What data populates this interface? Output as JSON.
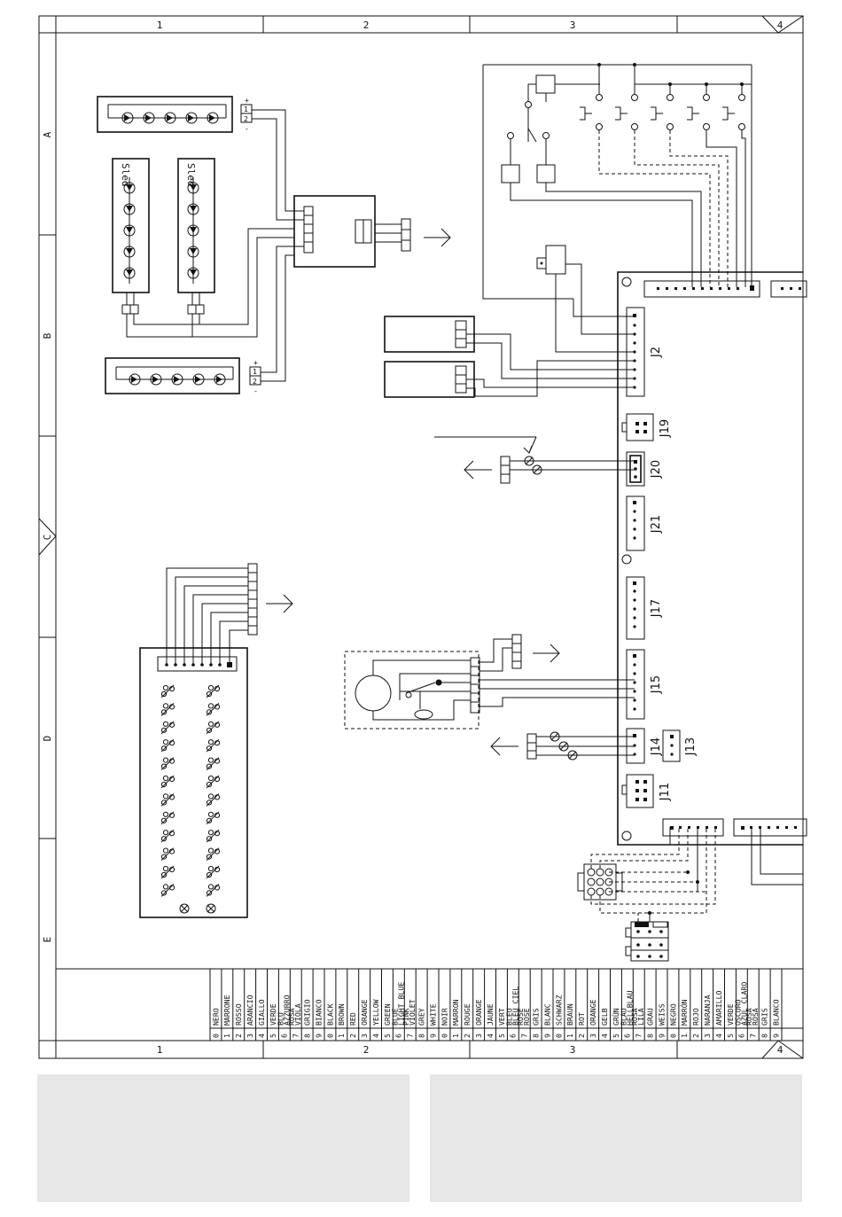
{
  "frame": {
    "columns": [
      "1",
      "2",
      "3",
      "4"
    ],
    "rows": [
      "A",
      "B",
      "C",
      "D",
      "E"
    ]
  },
  "components": {
    "led_strip_label": "Sled",
    "strip_polarity": {
      "pin2": "2",
      "pin1": "1",
      "plus": "+",
      "minus": "-"
    }
  },
  "connectors": [
    "J2",
    "J19",
    "J20",
    "J21",
    "J17",
    "J15",
    "J14",
    "J13",
    "J11"
  ],
  "color_legend": [
    {
      "code": "0",
      "names": [
        "NERO"
      ]
    },
    {
      "code": "1",
      "names": [
        "MARRONE"
      ]
    },
    {
      "code": "2",
      "names": [
        "ROSSO"
      ]
    },
    {
      "code": "3",
      "names": [
        "ARANCIO"
      ]
    },
    {
      "code": "4",
      "names": [
        "GIALLO"
      ]
    },
    {
      "code": "5",
      "names": [
        "VERDE"
      ]
    },
    {
      "code": "6",
      "names": [
        "BLU",
        "AZZURRO"
      ]
    },
    {
      "code": "7",
      "names": [
        "ROSA",
        "VIOLA"
      ]
    },
    {
      "code": "8",
      "names": [
        "GRIGIO"
      ]
    },
    {
      "code": "9",
      "names": [
        "BIANCO"
      ]
    },
    {
      "code": "0",
      "names": [
        "BLACK"
      ]
    },
    {
      "code": "1",
      "names": [
        "BROWN"
      ]
    },
    {
      "code": "2",
      "names": [
        "RED"
      ]
    },
    {
      "code": "3",
      "names": [
        "ORANGE"
      ]
    },
    {
      "code": "4",
      "names": [
        "YELLOW"
      ]
    },
    {
      "code": "5",
      "names": [
        "GREEN"
      ]
    },
    {
      "code": "6",
      "names": [
        "BLUE",
        "LIGHT BLUE"
      ]
    },
    {
      "code": "7",
      "names": [
        "PINK",
        "VIOLET"
      ]
    },
    {
      "code": "8",
      "names": [
        "GREY"
      ]
    },
    {
      "code": "9",
      "names": [
        "WHITE"
      ]
    },
    {
      "code": "0",
      "names": [
        "NOIR"
      ]
    },
    {
      "code": "1",
      "names": [
        "MARRON"
      ]
    },
    {
      "code": "2",
      "names": [
        "ROUGE"
      ]
    },
    {
      "code": "3",
      "names": [
        "ORANGE"
      ]
    },
    {
      "code": "4",
      "names": [
        "JAUNE"
      ]
    },
    {
      "code": "5",
      "names": [
        "VERT"
      ]
    },
    {
      "code": "6",
      "names": [
        "BLEU",
        "BLEU CIEL"
      ]
    },
    {
      "code": "7",
      "names": [
        "ROSE",
        "ROSE"
      ]
    },
    {
      "code": "8",
      "names": [
        "GRIS"
      ]
    },
    {
      "code": "9",
      "names": [
        "BLANC"
      ]
    },
    {
      "code": "0",
      "names": [
        "SCHWARZ"
      ]
    },
    {
      "code": "1",
      "names": [
        "BRAUN"
      ]
    },
    {
      "code": "2",
      "names": [
        "ROT"
      ]
    },
    {
      "code": "3",
      "names": [
        "ORANGE"
      ]
    },
    {
      "code": "4",
      "names": [
        "GELB"
      ]
    },
    {
      "code": "5",
      "names": [
        "GRÜN"
      ]
    },
    {
      "code": "6",
      "names": [
        "BLAU",
        "HELLBLAU"
      ]
    },
    {
      "code": "7",
      "names": [
        "ROSA",
        "LILA"
      ]
    },
    {
      "code": "8",
      "names": [
        "GRAU"
      ]
    },
    {
      "code": "9",
      "names": [
        "WEISS"
      ]
    },
    {
      "code": "0",
      "names": [
        "NEGRO"
      ]
    },
    {
      "code": "1",
      "names": [
        "MARRÓN"
      ]
    },
    {
      "code": "2",
      "names": [
        "ROJO"
      ]
    },
    {
      "code": "3",
      "names": [
        "NARANJA"
      ]
    },
    {
      "code": "4",
      "names": [
        "AMARILLO"
      ]
    },
    {
      "code": "5",
      "names": [
        "VERDE"
      ]
    },
    {
      "code": "6",
      "names": [
        "OSCURO",
        "AZUL CLARO"
      ]
    },
    {
      "code": "7",
      "names": [
        "ROSA",
        "ROSA"
      ]
    },
    {
      "code": "8",
      "names": [
        "GRIS"
      ]
    },
    {
      "code": "9",
      "names": [
        "BLANCO"
      ]
    }
  ]
}
